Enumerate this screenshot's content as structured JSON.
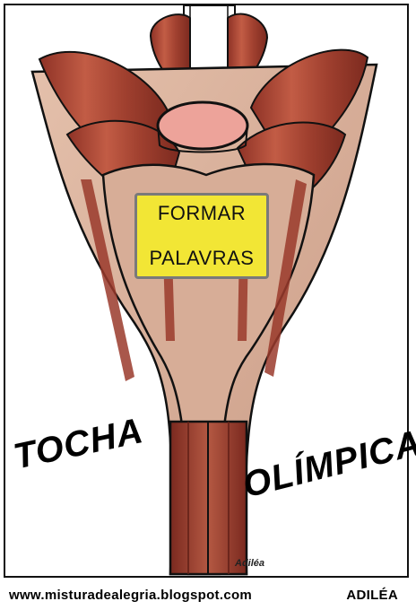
{
  "card": {
    "label_line1": "FORMAR",
    "label_line2": "PALAVRAS",
    "word1": "TOCHA",
    "word2": "OLÍMPICA",
    "signature": "Adiléa",
    "footer_url": "www.misturadealegria.blogspot.com",
    "footer_author": "ADILÉA"
  },
  "colors": {
    "petal_dark": "#8e3226",
    "petal_mid": "#b2583f",
    "petal_light": "#c98a72",
    "petal_pale": "#dcb29c",
    "label_bg": "#f2e635",
    "disc": "#eda39a",
    "outline": "#111111"
  }
}
